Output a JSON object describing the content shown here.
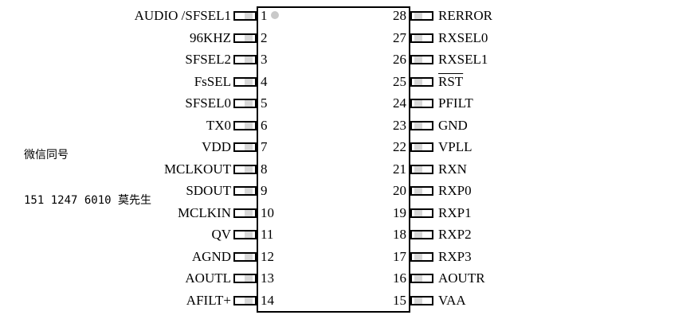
{
  "watermark": {
    "line1": "微信同号",
    "line2": "151 1247 6010 莫先生"
  },
  "chip": {
    "package_pin_count": "28",
    "pin1_marker_icon": "pin1-dot",
    "left_pins": [
      {
        "number": "1",
        "label": "AUDIO /SFSEL1"
      },
      {
        "number": "2",
        "label": "96KHZ"
      },
      {
        "number": "3",
        "label": "SFSEL2"
      },
      {
        "number": "4",
        "label": "FsSEL"
      },
      {
        "number": "5",
        "label": "SFSEL0"
      },
      {
        "number": "6",
        "label": "TX0"
      },
      {
        "number": "7",
        "label": "VDD"
      },
      {
        "number": "8",
        "label": "MCLKOUT"
      },
      {
        "number": "9",
        "label": "SDOUT"
      },
      {
        "number": "10",
        "label": "MCLKIN"
      },
      {
        "number": "11",
        "label": "QV"
      },
      {
        "number": "12",
        "label": "AGND"
      },
      {
        "number": "13",
        "label": "AOUTL"
      },
      {
        "number": "14",
        "label": "AFILT+"
      }
    ],
    "right_pins": [
      {
        "number": "28",
        "label": "RERROR"
      },
      {
        "number": "27",
        "label": "RXSEL0"
      },
      {
        "number": "26",
        "label": "RXSEL1"
      },
      {
        "number": "25",
        "label": "RST",
        "overline": true
      },
      {
        "number": "24",
        "label": "PFILT"
      },
      {
        "number": "23",
        "label": "GND"
      },
      {
        "number": "22",
        "label": "VPLL"
      },
      {
        "number": "21",
        "label": "RXN"
      },
      {
        "number": "20",
        "label": "RXP0"
      },
      {
        "number": "19",
        "label": "RXP1"
      },
      {
        "number": "18",
        "label": "RXP2"
      },
      {
        "number": "17",
        "label": "RXP3"
      },
      {
        "number": "16",
        "label": "AOUTR"
      },
      {
        "number": "15",
        "label": "VAA"
      }
    ]
  },
  "colors": {
    "background": "#ffffff",
    "ink": "#000000",
    "pad_stripe": "#d8d8d8",
    "pin1_dot": "#c9c9c9"
  }
}
